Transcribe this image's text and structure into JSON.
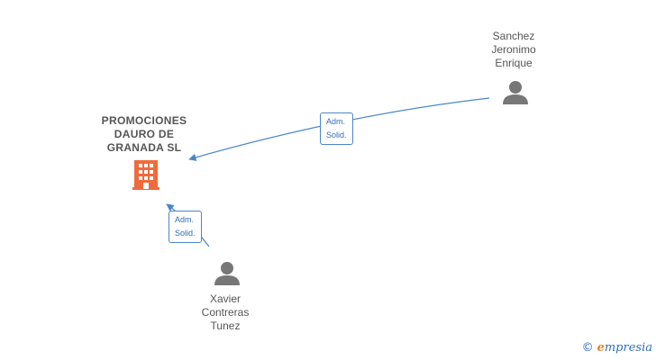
{
  "colors": {
    "edge": "#4a86c8",
    "company": "#f06a3c",
    "person": "#777777"
  },
  "nodes": {
    "company": {
      "lines": [
        "PROMOCIONES",
        "DAURO DE",
        "GRANADA  SL"
      ],
      "icon": "building-icon"
    },
    "person_1": {
      "lines": [
        "Sanchez",
        "Jeronimo",
        "Enrique"
      ],
      "icon": "person-icon"
    },
    "person_2": {
      "lines": [
        "Xavier",
        "Contreras",
        "Tunez"
      ],
      "icon": "person-icon"
    }
  },
  "edges": [
    {
      "from": "person_1",
      "to": "company",
      "label": [
        "Adm.",
        "Solid."
      ]
    },
    {
      "from": "person_2",
      "to": "company",
      "label": [
        "Adm.",
        "Solid."
      ]
    }
  ],
  "brand": {
    "copyright": "©",
    "initial": "e",
    "rest": "mpresia"
  }
}
